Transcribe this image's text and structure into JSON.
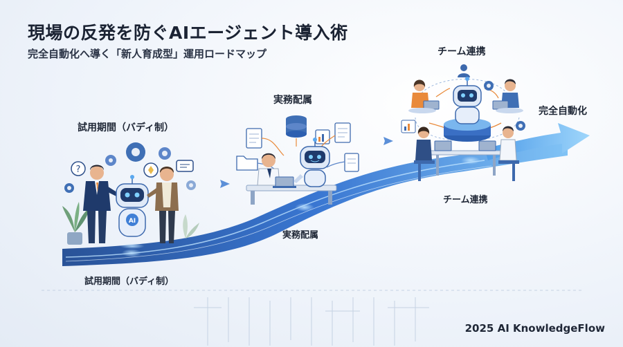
{
  "header": {
    "title": "現場の反発を防ぐAIエージェント導入術",
    "subtitle": "完全自動化へ導く「新人育成型」運用ロードマップ"
  },
  "stages": [
    {
      "key": "trial",
      "label": "試用期間（バディ制）",
      "caption": "試用期間（バディ制）"
    },
    {
      "key": "assign",
      "label": "実務配属",
      "caption": "実務配属"
    },
    {
      "key": "team",
      "label": "チーム連携",
      "caption": "チーム連携"
    },
    {
      "key": "auto",
      "label": "完全自動化"
    }
  ],
  "robot_badge": "AI",
  "footer": "2025 AI KnowledgeFlow",
  "colors": {
    "primary": "#2d5fb0",
    "accent": "#e98a3b",
    "path": "#3a7bd5",
    "dark": "#1b2333"
  }
}
